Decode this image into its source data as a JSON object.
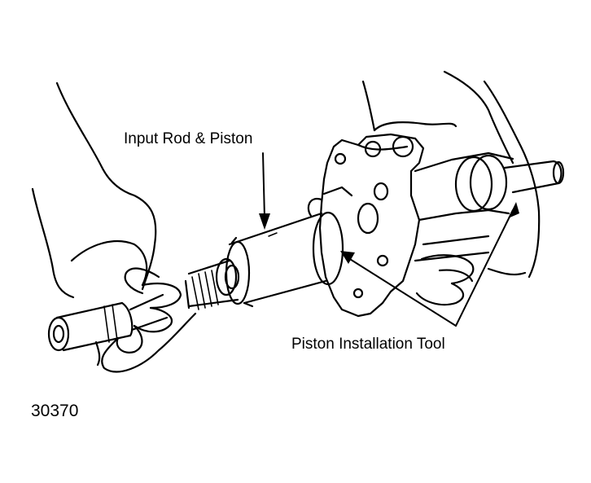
{
  "figure": {
    "labels": {
      "input_rod_piston": "Input Rod & Piston",
      "piston_installation_tool": "Piston Installation Tool",
      "figure_number": "30370"
    },
    "colors": {
      "ink": "#000000",
      "paper": "#ffffff"
    }
  }
}
